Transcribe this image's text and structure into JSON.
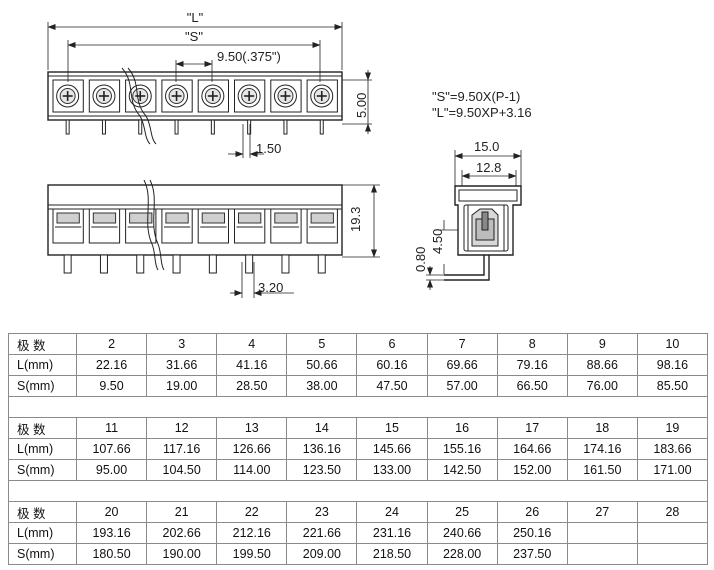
{
  "dimensions": {
    "L": "\"L\"",
    "S": "\"S\"",
    "pitch": "9.50(.375\")",
    "height_top": "5.00",
    "pin_width": "1.50",
    "height_front": "19.3",
    "pin_gap": "3.20",
    "side_width": "15.0",
    "side_inner": "12.8",
    "side_h1": "4.50",
    "side_h2": "0.80"
  },
  "formulas": {
    "s": "\"S\"=9.50X(P-1)",
    "l": "\"L\"=9.50XP+3.16"
  },
  "table": {
    "row_labels": [
      "极 数",
      "L(mm)",
      "S(mm)"
    ],
    "blocks": [
      {
        "poles": [
          "2",
          "3",
          "4",
          "5",
          "6",
          "7",
          "8",
          "9",
          "10"
        ],
        "L": [
          "22.16",
          "31.66",
          "41.16",
          "50.66",
          "60.16",
          "69.66",
          "79.16",
          "88.66",
          "98.16"
        ],
        "S": [
          "9.50",
          "19.00",
          "28.50",
          "38.00",
          "47.50",
          "57.00",
          "66.50",
          "76.00",
          "85.50"
        ]
      },
      {
        "poles": [
          "11",
          "12",
          "13",
          "14",
          "15",
          "16",
          "17",
          "18",
          "19"
        ],
        "L": [
          "107.66",
          "117.16",
          "126.66",
          "136.16",
          "145.66",
          "155.16",
          "164.66",
          "174.16",
          "183.66"
        ],
        "S": [
          "95.00",
          "104.50",
          "114.00",
          "123.50",
          "133.00",
          "142.50",
          "152.00",
          "161.50",
          "171.00"
        ]
      },
      {
        "poles": [
          "20",
          "21",
          "22",
          "23",
          "24",
          "25",
          "26",
          "27",
          "28"
        ],
        "L": [
          "193.16",
          "202.66",
          "212.16",
          "221.66",
          "231.16",
          "240.66",
          "250.16",
          "",
          ""
        ],
        "S": [
          "180.50",
          "190.00",
          "199.50",
          "209.00",
          "218.50",
          "228.00",
          "237.50",
          "",
          ""
        ]
      }
    ]
  }
}
